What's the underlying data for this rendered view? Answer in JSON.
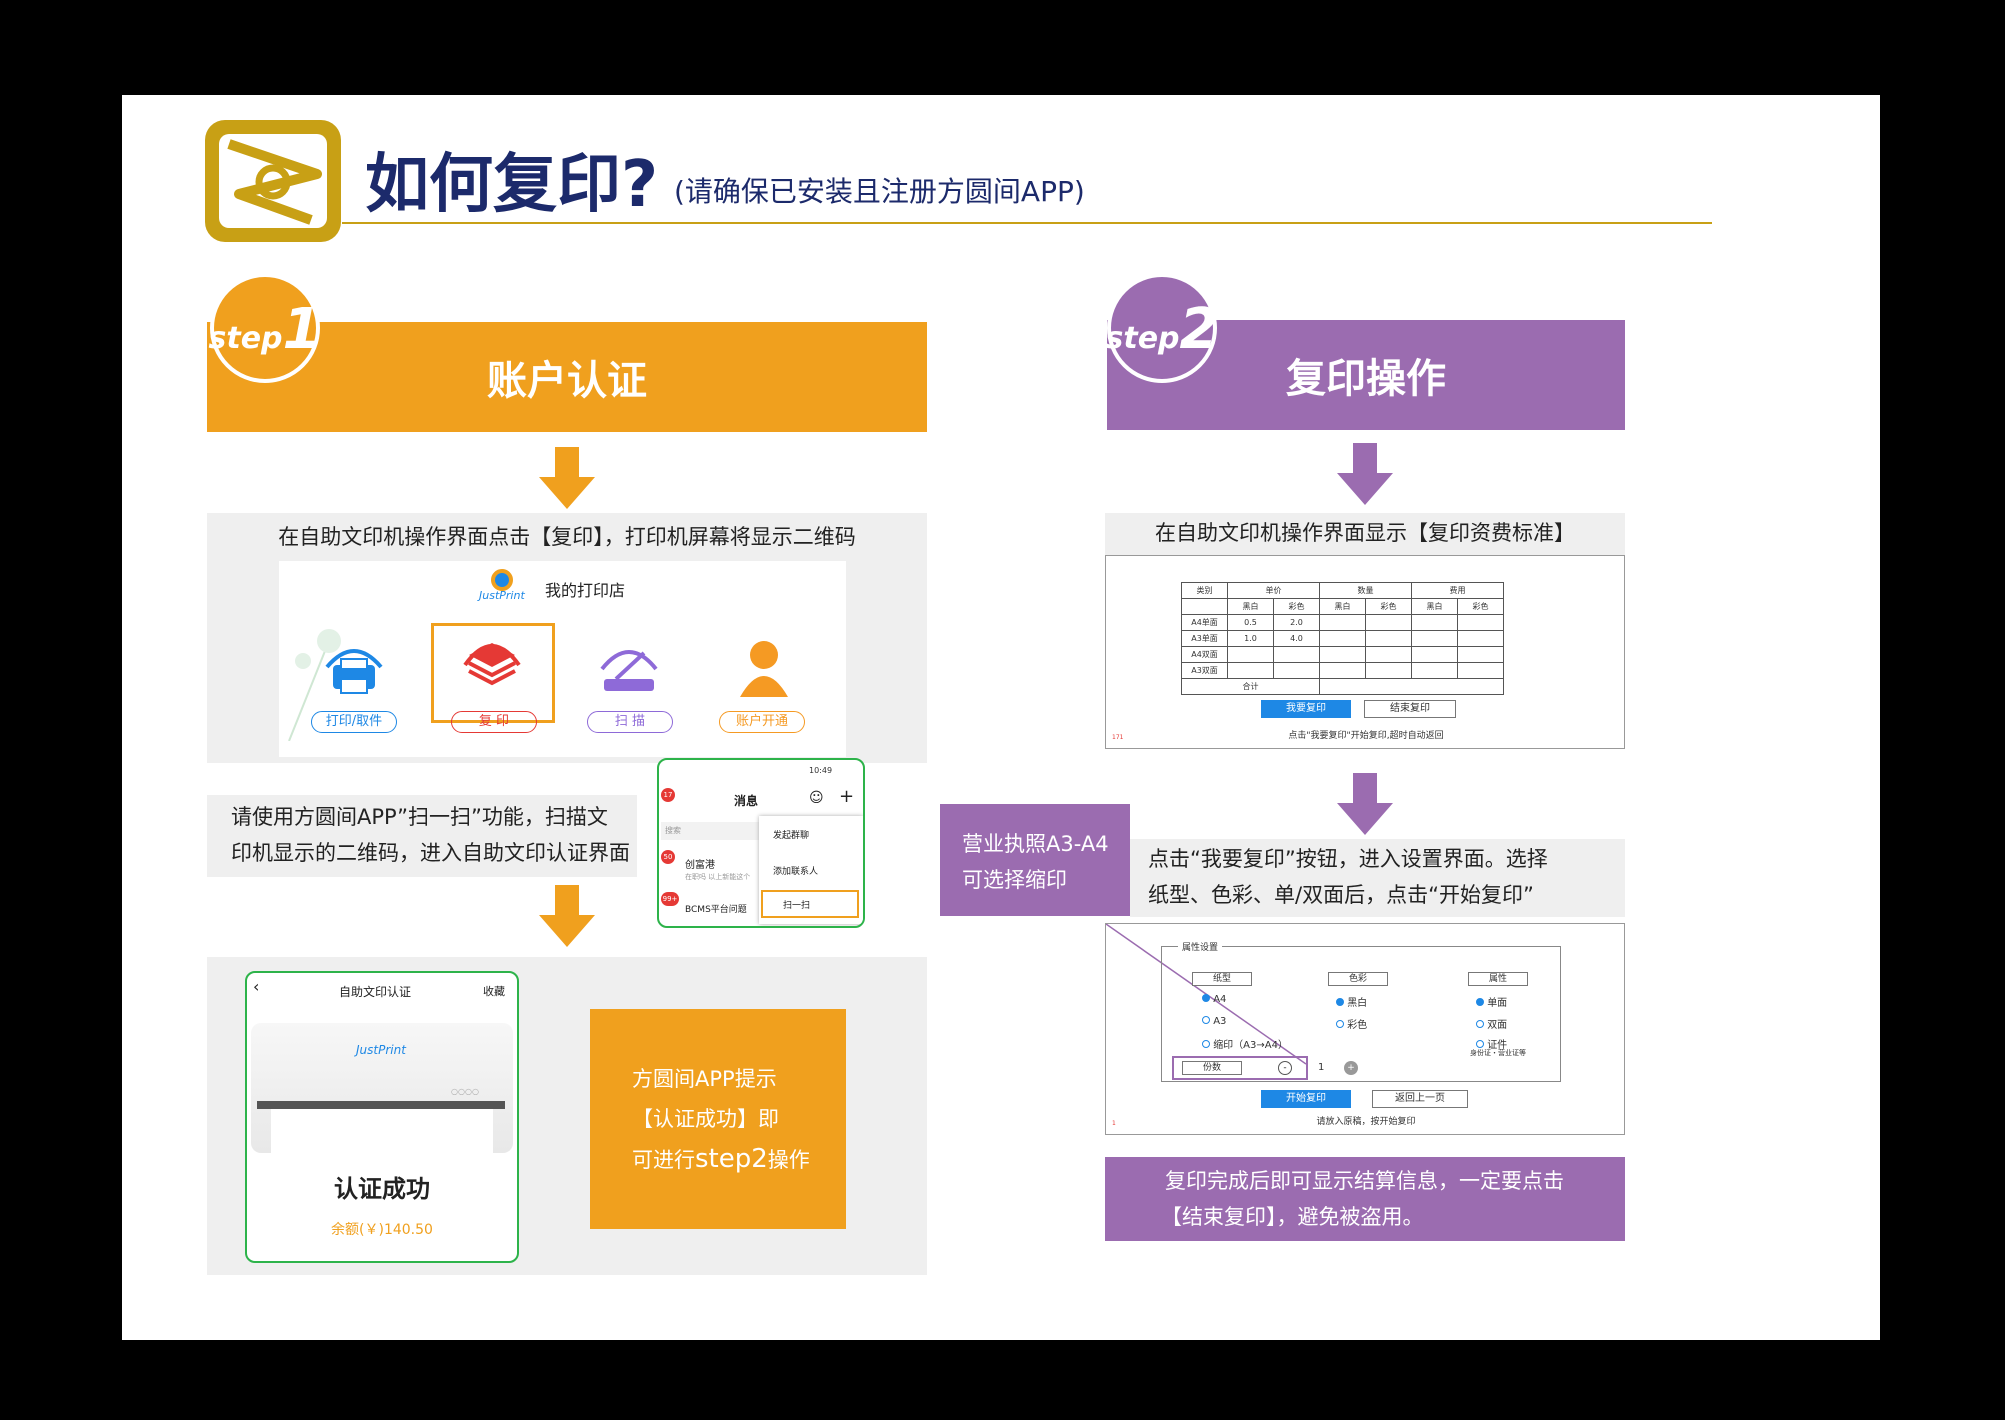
{
  "header": {
    "title": "如何复印?",
    "subtitle": "(请确保已安装且注册方圆间APP)"
  },
  "step1": {
    "badge_word": "step",
    "badge_num": "1",
    "title": "账户认证",
    "panel1_text": "在自助文印机操作界面点击【复印】，打印机屏幕将显示二维码",
    "shop": {
      "brand": "JustPrint",
      "name": "我的打印店",
      "icons": [
        {
          "label": "打印/取件",
          "color": "#1e88e5"
        },
        {
          "label": "复 印",
          "color": "#e53935"
        },
        {
          "label": "扫 描",
          "color": "#8e6ad8"
        },
        {
          "label": "账户开通",
          "color": "#f59a23"
        }
      ]
    },
    "panel2_line1": "请使用方圆间APP”扫一扫”功能，扫描文",
    "panel2_line2": "印机显示的二维码，进入自助文印认证界面",
    "chat_phone": {
      "status": "10:49",
      "title": "消息",
      "search": "搜索",
      "menu": [
        "发起群聊",
        "添加联系人",
        "扫一扫"
      ],
      "chat1": "创富港",
      "chat1_sub": "在职吗 以上新能这个",
      "chat2": "BCMS平台问题",
      "badge1": "50",
      "badge2": "99+",
      "badge_top": "17"
    },
    "auth_phone": {
      "header": "自助文印认证",
      "right": "收藏",
      "brand": "JustPrint",
      "success": "认证成功",
      "balance": "余额(￥)140.50"
    },
    "hint_line1": "方圆间APP提示",
    "hint_line2": "【认证成功】即",
    "hint_line3a": "可进行",
    "hint_line3b": "step2",
    "hint_line3c": "操作"
  },
  "step2": {
    "badge_word": "step",
    "badge_num": "2",
    "title": "复印操作",
    "panel1_text": "在自助文印机操作界面显示【复印资费标准】",
    "fee_table": {
      "head1": [
        "类别",
        "单价",
        "",
        "数量",
        "",
        "费用",
        ""
      ],
      "head2": [
        "",
        "黑白",
        "彩色",
        "黑白",
        "彩色",
        "黑白",
        "彩色"
      ],
      "rows": [
        [
          "A4单面",
          "0.5",
          "2.0",
          "",
          "",
          "",
          ""
        ],
        [
          "A3单面",
          "1.0",
          "4.0",
          "",
          "",
          "",
          ""
        ],
        [
          "A4双面",
          "",
          "",
          "",
          "",
          "",
          ""
        ],
        [
          "A3双面",
          "",
          "",
          "",
          "",
          "",
          ""
        ]
      ],
      "total": "合计",
      "btn_copy": "我要复印",
      "btn_end": "结束复印",
      "note": "点击\"我要复印\"开始复印,超时自动返回",
      "corner": "171"
    },
    "side_note_line1": "营业执照A3-A4",
    "side_note_line2": "可选择缩印",
    "panel2_line1": "点击“我要复印”按钮，进入设置界面。选择",
    "panel2_line2": "纸型、色彩、单/双面后，点击“开始复印”",
    "settings": {
      "legend": "属性设置",
      "paper": "纸型",
      "color": "色彩",
      "attr": "属性",
      "paper_opts": [
        "A4",
        "A3",
        "缩印（A3→A4）"
      ],
      "color_opts": [
        "黑白",
        "彩色"
      ],
      "attr_opts": [
        "单面",
        "双面",
        "证件"
      ],
      "attr_note": "身份证・营业证等",
      "copies_label": "份数",
      "minus": "-",
      "copies": "1",
      "plus": "+",
      "btn_start": "开始复印",
      "btn_back": "返回上一页",
      "note": "请放入原稿，按开始复印",
      "corner": "1"
    },
    "final_line1": "复印完成后即可显示结算信息，一定要点击",
    "final_line2": "【结束复印】，避免被盗用。"
  },
  "colors": {
    "orange": "#f0a01e",
    "purple": "#9b6cb0",
    "navy": "#1c2a6b",
    "gold": "#c8a015",
    "green": "#2db34a"
  }
}
